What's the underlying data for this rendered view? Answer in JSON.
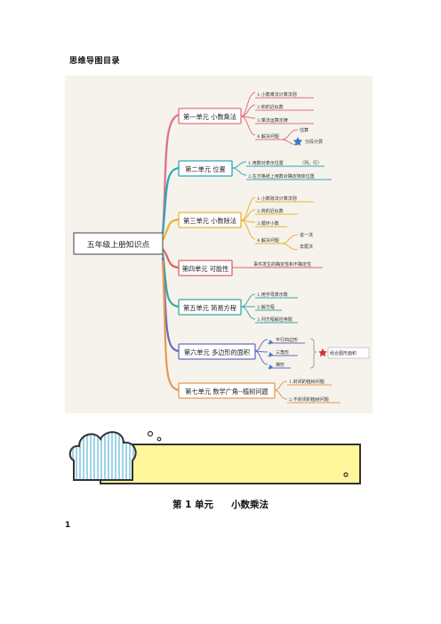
{
  "doc_title": "思维导图目录",
  "mindmap": {
    "root": "五年级上册知识点",
    "units": [
      {
        "title": "第一单元 小数乘法",
        "color": "#e07080",
        "items": [
          "1.小数乘法计算法则",
          "2.积的近似数",
          "3.乘法运算定律",
          "4.解决问题"
        ],
        "subitems": [
          "估算",
          "分段计费"
        ]
      },
      {
        "title": "第二单元 位置",
        "color": "#2aa8b8",
        "items": [
          "1.用数对表示位置",
          "2.在方格纸上用数对确定物体位置"
        ],
        "note": "（列，行）"
      },
      {
        "title": "第三单元 小数除法",
        "color": "#e8b430",
        "items": [
          "1.小数除法计算法则",
          "2.商的近似数",
          "3.循环小数",
          "4.解决问题"
        ],
        "subitems": [
          "进一法",
          "去尾法"
        ]
      },
      {
        "title": "第四单元 可能性",
        "color": "#e06060",
        "items": [
          "事件发生的确定性和不确定性"
        ]
      },
      {
        "title": "第五单元 简易方程",
        "color": "#3aa8a0",
        "items": [
          "1.用字母表示数",
          "2.解方程",
          "3.列方程解应用题"
        ]
      },
      {
        "title": "第六单元 多边形的面积",
        "color": "#6a6ac0",
        "items": [
          "平行四边形",
          "三角形",
          "梯形"
        ],
        "combo": "组合图形面积"
      },
      {
        "title": "第七单元 数学广角--植树问题",
        "color": "#e89850",
        "items": [
          "1.封闭的植树问题",
          "2.不封闭的植树问题"
        ]
      }
    ]
  },
  "section": {
    "label": "第 1 单元",
    "title": "小数乘法"
  },
  "item_number": "1",
  "colors": {
    "banner_fill": "#fff59a",
    "cloud_stripe": "#9fd4e8"
  }
}
